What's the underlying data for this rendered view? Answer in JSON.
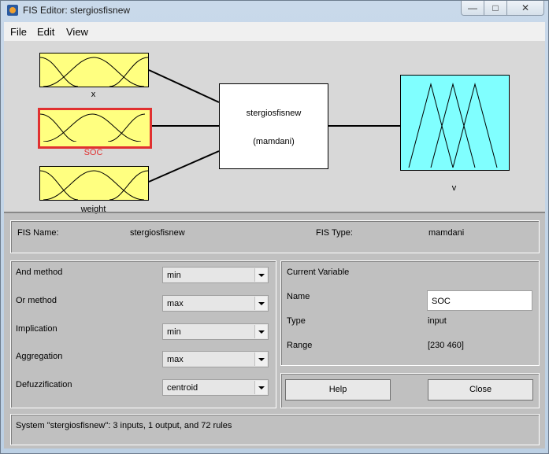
{
  "window": {
    "title": "FIS Editor: stergiosfisnew",
    "minimize": "—",
    "maximize": "□",
    "close": "✕"
  },
  "menu": {
    "file": "File",
    "edit": "Edit",
    "view": "View"
  },
  "diagram": {
    "inputs": [
      {
        "name": "x",
        "selected": false
      },
      {
        "name": "SOC",
        "selected": true
      },
      {
        "name": "weight",
        "selected": false
      }
    ],
    "fis_name": "stergiosfisnew",
    "fis_type_label": "(mamdani)",
    "output_name": "v",
    "colors": {
      "input_fill": "#ffff80",
      "output_fill": "#80ffff",
      "selected_border": "#e03030"
    }
  },
  "fis_info": {
    "name_label": "FIS Name:",
    "name_value": "stergiosfisnew",
    "type_label": "FIS Type:",
    "type_value": "mamdani"
  },
  "methods": {
    "and_label": "And method",
    "and_value": "min",
    "or_label": "Or method",
    "or_value": "max",
    "implication_label": "Implication",
    "implication_value": "min",
    "aggregation_label": "Aggregation",
    "aggregation_value": "max",
    "defuzz_label": "Defuzzification",
    "defuzz_value": "centroid"
  },
  "current_variable": {
    "header": "Current Variable",
    "name_label": "Name",
    "name_value": "SOC",
    "type_label": "Type",
    "type_value": "input",
    "range_label": "Range",
    "range_value": "[230 460]"
  },
  "buttons": {
    "help": "Help",
    "close": "Close"
  },
  "status": "System \"stergiosfisnew\": 3 inputs, 1 output, and 72 rules"
}
